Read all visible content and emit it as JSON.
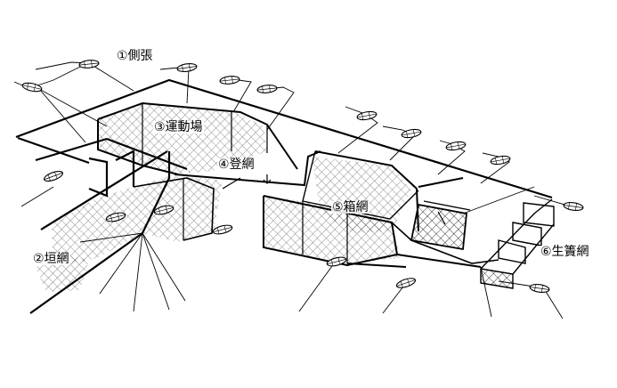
{
  "labels": {
    "side_net": "①側張",
    "wall_net": "②垣網",
    "playground": "③運動場",
    "climbing_net": "④登網",
    "box_net": "⑤箱網",
    "fish_cage": "⑥生簀網"
  }
}
